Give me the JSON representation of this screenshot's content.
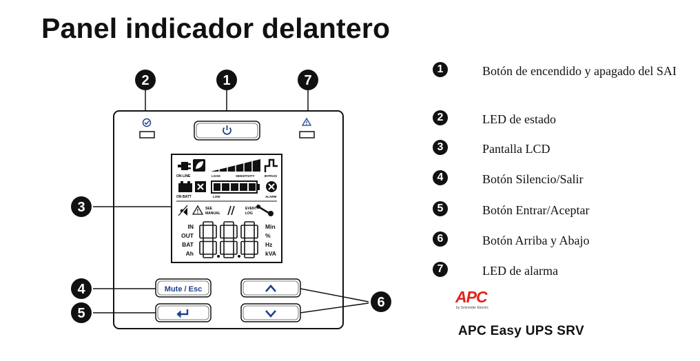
{
  "title": "Panel indicador delantero",
  "callouts": {
    "c1": "1",
    "c2": "2",
    "c3": "3",
    "c4": "4",
    "c5": "5",
    "c6": "6",
    "c7": "7"
  },
  "panel": {
    "power_button_icon": "power-icon",
    "status_led_icon": "check-circle-icon",
    "alarm_led_icon": "warning-triangle-icon",
    "mute_button_label": "Mute / Esc",
    "enter_button_icon": "enter-arrow-icon",
    "up_button_icon": "chevron-up-icon",
    "down_button_icon": "chevron-down-icon"
  },
  "lcd": {
    "on_line": "ON LINE",
    "load": "LOAD",
    "sensitivity": "SENSITIVITY",
    "bypass": "BYPASS",
    "on_batt": "ON BATT",
    "low": "LOW",
    "alarm": "ALARM",
    "see_manual_1": "SEE",
    "see_manual_2": "MANUAL",
    "event_log_1": "EVENT",
    "event_log_2": "LOG",
    "left_labels": [
      "IN",
      "OUT",
      "BAT",
      "Ah"
    ],
    "right_labels": [
      "Min",
      "%",
      "Hz",
      "kVA"
    ],
    "digits": "8.8.8"
  },
  "legend": [
    {
      "num": "1",
      "text": "Botón de encendido y apagado del SAI"
    },
    {
      "num": "2",
      "text": "LED de estado"
    },
    {
      "num": "3",
      "text": "Pantalla LCD"
    },
    {
      "num": "4",
      "text": "Botón Silencio/Salir"
    },
    {
      "num": "5",
      "text": "Botón Entrar/Aceptar"
    },
    {
      "num": "6",
      "text": "Botón Arriba y Abajo"
    },
    {
      "num": "7",
      "text": "LED de alarma"
    }
  ],
  "logo": {
    "brand": "APC",
    "tagline": "by Schneider Electric"
  },
  "product": "APC Easy UPS SRV",
  "colors": {
    "accent_blue": "#1f3f8f",
    "logo_red": "#e2231a"
  }
}
